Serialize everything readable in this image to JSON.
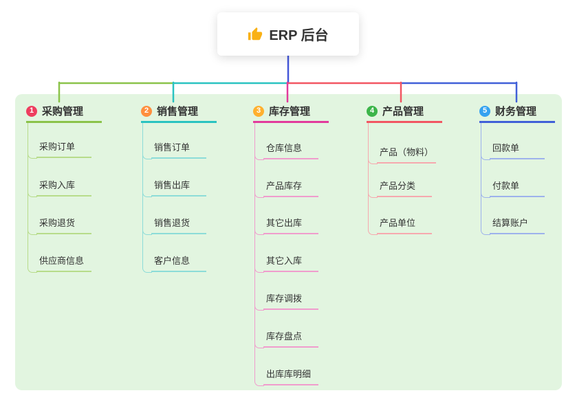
{
  "canvas": {
    "background": "#ffffff",
    "panel_color": "#e2f5e0"
  },
  "root": {
    "title": "ERP 后台",
    "icon": "thumbs-up-icon",
    "icon_color": "#f9b115",
    "connector_color": "#4457d9"
  },
  "branches": [
    {
      "badge": "1",
      "badge_color": "#ee3e5f",
      "label": "采购管理",
      "color": "#8bc34a",
      "light_color": "#b7dc8a",
      "children": [
        {
          "label": "采购订单"
        },
        {
          "label": "采购入库"
        },
        {
          "label": "采购退货"
        },
        {
          "label": "供应商信息"
        }
      ]
    },
    {
      "badge": "2",
      "badge_color": "#ff8f3e",
      "label": "销售管理",
      "color": "#2ac3c1",
      "light_color": "#8cdcd8",
      "children": [
        {
          "label": "销售订单"
        },
        {
          "label": "销售出库"
        },
        {
          "label": "销售退货"
        },
        {
          "label": "客户信息"
        }
      ]
    },
    {
      "badge": "3",
      "badge_color": "#ffb02e",
      "label": "库存管理",
      "color": "#e23a9c",
      "light_color": "#f09ccd",
      "children": [
        {
          "label": "仓库信息"
        },
        {
          "label": "产品库存"
        },
        {
          "label": "其它出库"
        },
        {
          "label": "其它入库"
        },
        {
          "label": "库存调拨"
        },
        {
          "label": "库存盘点"
        },
        {
          "label": "出库库明细"
        }
      ]
    },
    {
      "badge": "4",
      "badge_color": "#3cb54a",
      "label": "产品管理",
      "color": "#f25662",
      "light_color": "#f6a8ae",
      "children": [
        {
          "label": "产品（物料）"
        },
        {
          "label": "产品分类"
        },
        {
          "label": "产品单位"
        }
      ]
    },
    {
      "badge": "5",
      "badge_color": "#35a2f0",
      "label": "财务管理",
      "color": "#4160d8",
      "light_color": "#9db2ec",
      "children": [
        {
          "label": "回款单"
        },
        {
          "label": "付款单"
        },
        {
          "label": "结算账户"
        }
      ]
    }
  ]
}
